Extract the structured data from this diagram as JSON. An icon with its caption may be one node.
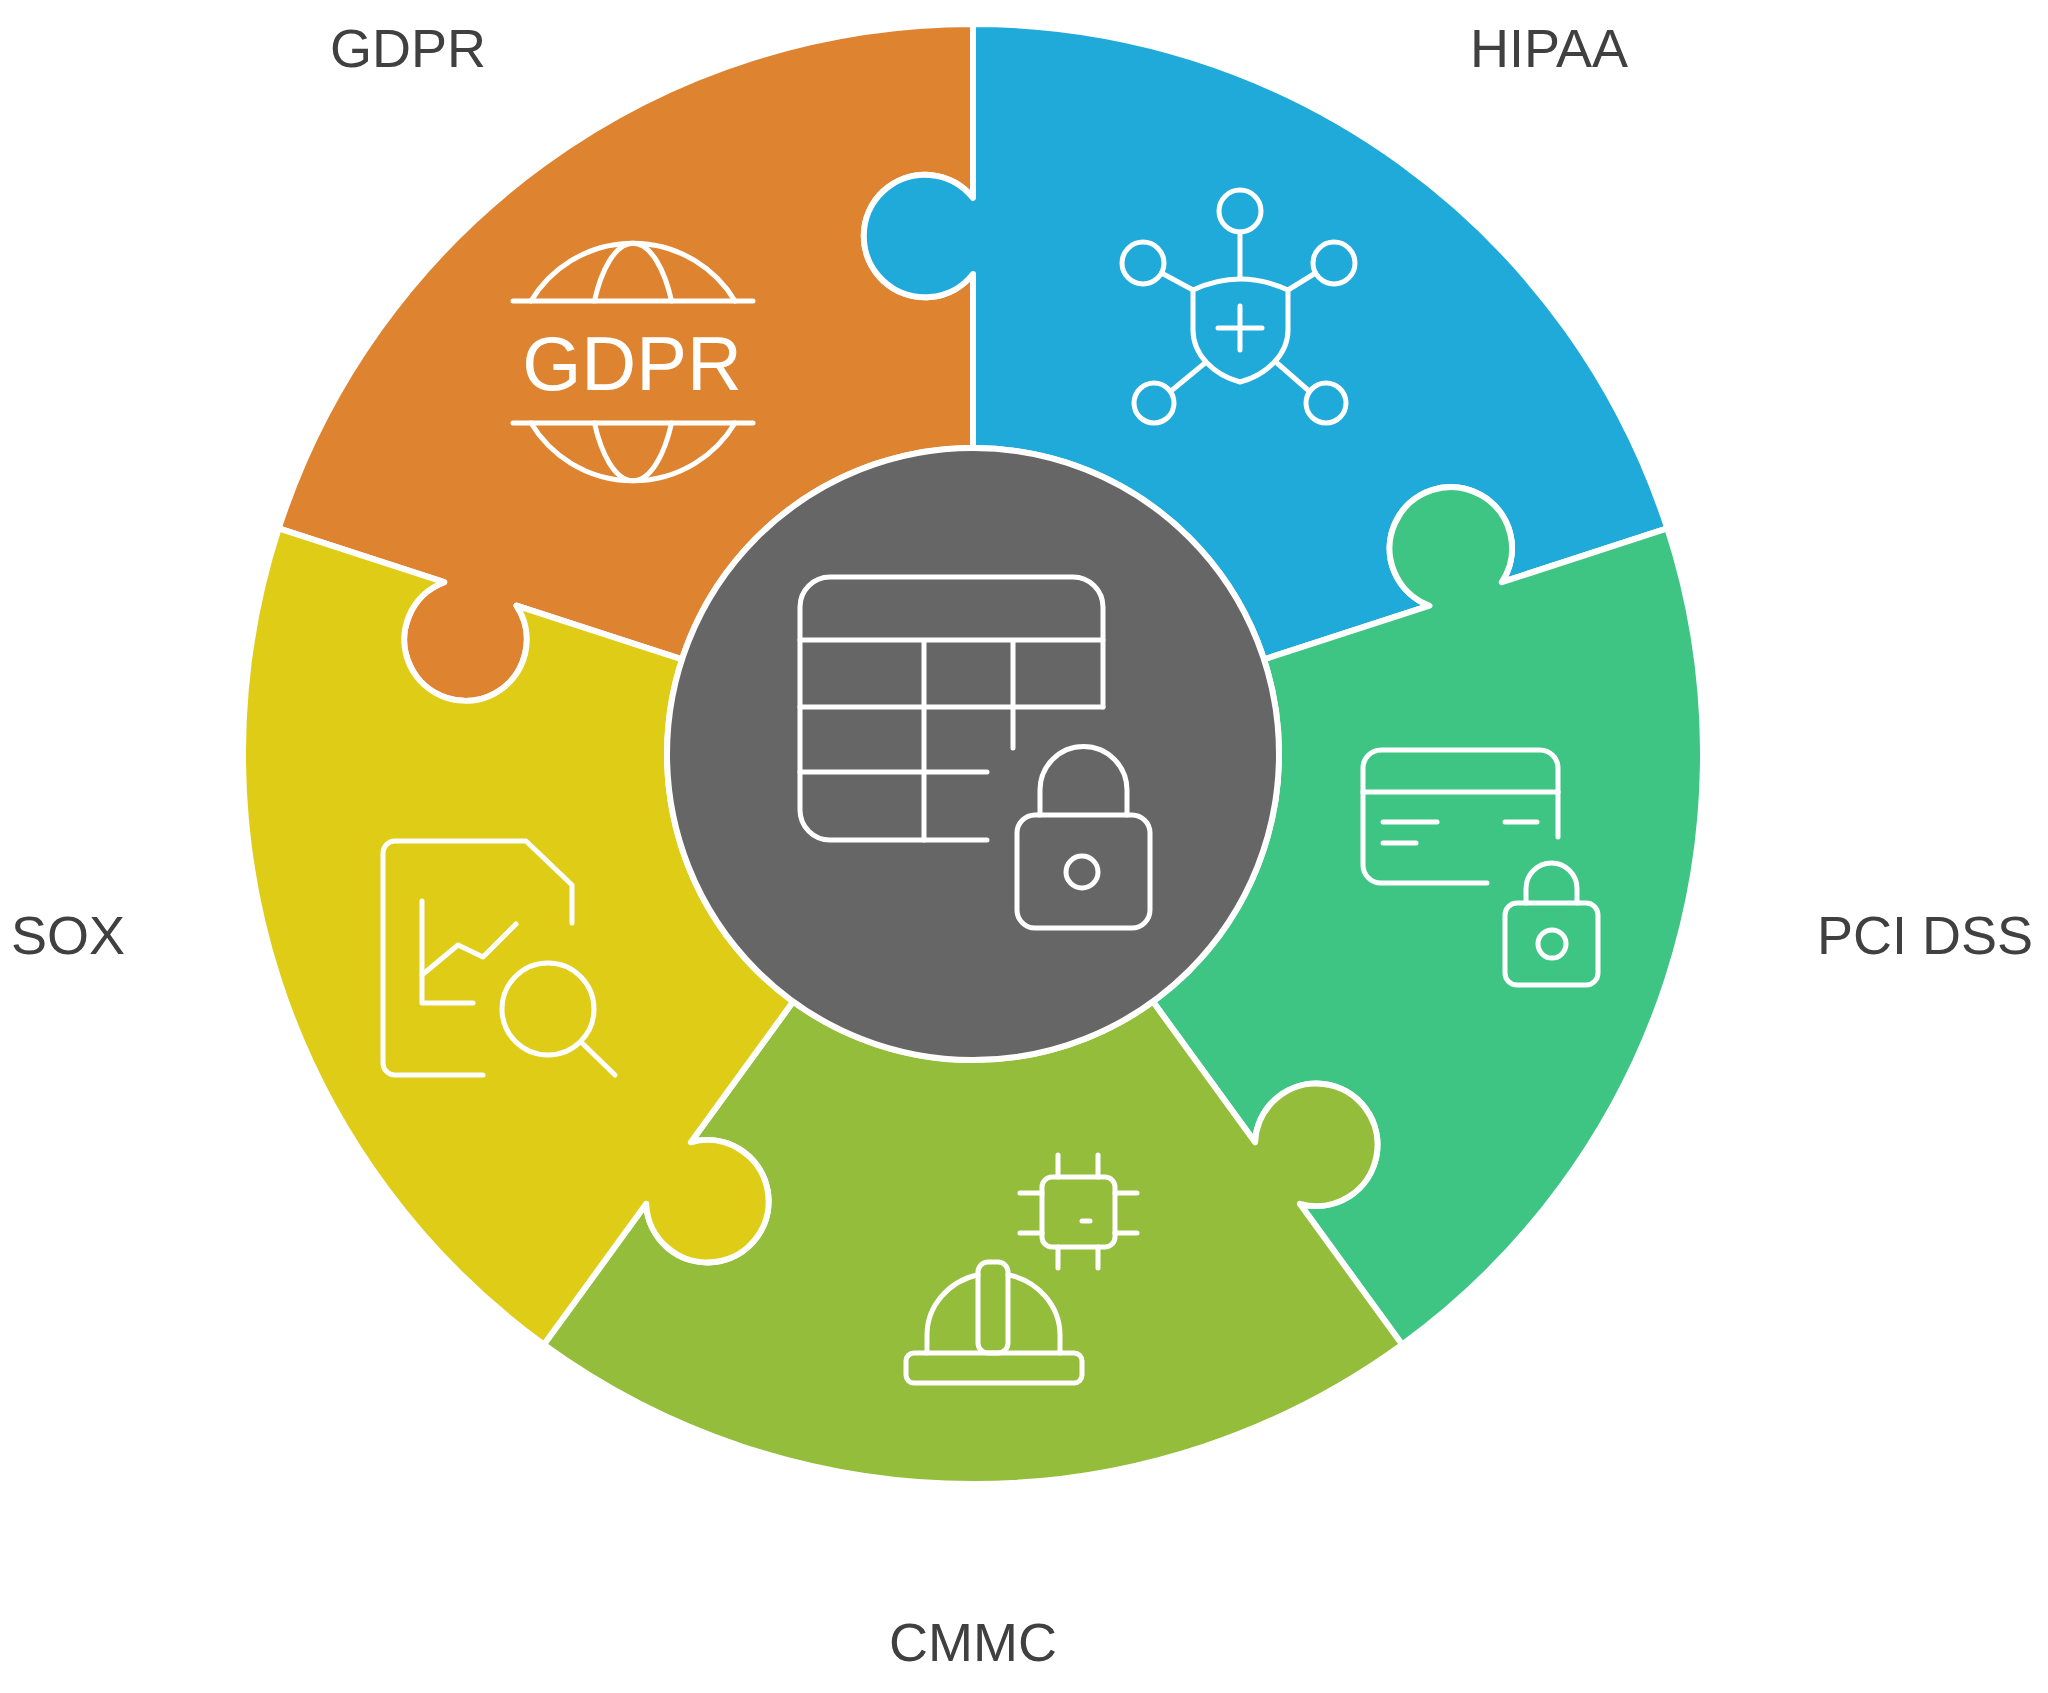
{
  "diagram": {
    "nodes": [
      {
        "text": [
          "GDPR",
          "GDPR"
        ]
      },
      {
        "text": [
          "HIPAA"
        ]
      },
      {
        "text": [
          "PCI DSS"
        ]
      },
      {
        "text": [
          "CMMC"
        ]
      },
      {
        "text": [
          "SOX"
        ]
      },
      {
        "text": [],
        "shape": "circle"
      }
    ]
  }
}
